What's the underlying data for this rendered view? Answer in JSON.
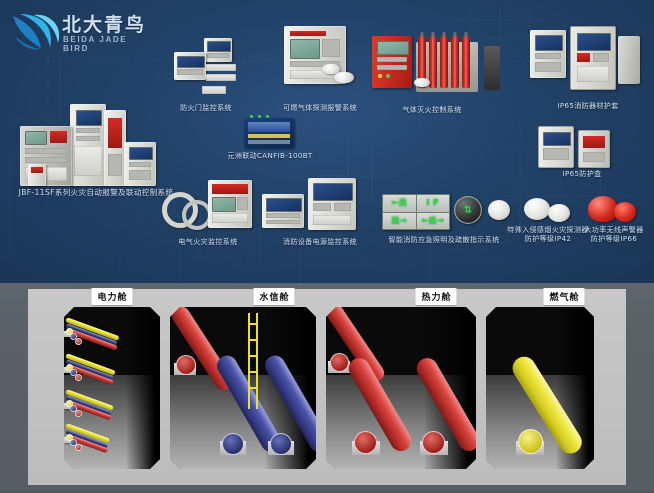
{
  "brand": {
    "cn_name": "北大青鸟",
    "en_name": "BEIDA JADE BIRD",
    "mark": "jade-bird-swoosh-logo",
    "accent": "#29a9e0",
    "panel_bg": "#214267"
  },
  "diagram": {
    "title_bg": "blueprint-grid",
    "systems": [
      {
        "id": "jbf11sf",
        "label": "JBF-11SF系列火灾自动报警及联动控制系统"
      },
      {
        "id": "firedoor",
        "label": "防火门监控系统"
      },
      {
        "id": "gasdet",
        "label": "可燃气体探测报警系统"
      },
      {
        "id": "gasext",
        "label": "气体灭火控制系统"
      },
      {
        "id": "ip65",
        "label": "IP65消防器材护套"
      },
      {
        "id": "canfib",
        "label": "元洲联动CANFIB-100BT"
      },
      {
        "id": "elecfire",
        "label": "电气火灾监控系统"
      },
      {
        "id": "powermon",
        "label": "消防设备电源监控系统"
      },
      {
        "id": "emerlight",
        "label": "智能消防应急照明及疏散指示系统"
      },
      {
        "id": "ip65dev",
        "label": "IP65防护盒"
      },
      {
        "id": "detip42",
        "label": "特殊入侵感烟火灾探测器\n防护等级IP42"
      },
      {
        "id": "bellip66",
        "label": "大功率无线声警器\n防护等级IP66"
      }
    ],
    "exit_signs": {
      "cells": [
        "←出",
        "I F",
        "出→",
        "←出→"
      ],
      "color": "#19e23c"
    },
    "disc_icon": "up-down-arrow-evac-icon"
  },
  "tunnel": {
    "chambers": [
      {
        "id": "power",
        "label": "电力舱",
        "content": "cable-trays",
        "colors": [
          "#e8dd2c",
          "#303878",
          "#cf3b35"
        ]
      },
      {
        "id": "water",
        "label": "水信舱",
        "content": "water-pipes",
        "colors": [
          "#d9453f",
          "#4a53a8"
        ]
      },
      {
        "id": "heat",
        "label": "热力舱",
        "content": "heating-pipes",
        "colors": [
          "#d9453f"
        ]
      },
      {
        "id": "gas",
        "label": "燃气舱",
        "content": "gas-pipe",
        "colors": [
          "#ece53c"
        ]
      }
    ],
    "ground_color": "#5a6268",
    "slab_color": "#c3c3c3"
  }
}
